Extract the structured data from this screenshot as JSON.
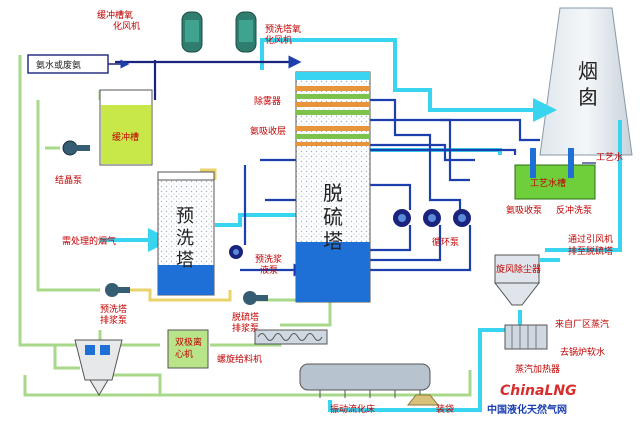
{
  "labels": {
    "buffer_fan": "缓冲槽氧\n化风机",
    "prewash_fan": "预洗塔氧\n化风机",
    "ammonia_waste": "氨水或废氨",
    "buffer_tank": "缓冲槽",
    "crystal_pump": "结晶泵",
    "demister": "除雾器",
    "ammonia_absorb": "氨吸收层",
    "desulf_tower": "脱\n硫\n塔",
    "prewash_tower": "预\n洗\n塔",
    "flue_gas_in": "需处理的烟气",
    "prewash_pump": "预洗浆\n液泵",
    "prewash_discharge": "预洗塔\n排浆泵",
    "desulf_discharge": "脱硫塔\n排浆泵",
    "circ_pump": "循环泵",
    "chimney": "烟\n囱",
    "process_water": "工艺水",
    "process_tank": "工艺水槽",
    "ammonia_pump": "氨吸收泵",
    "backwash_pump": "反冲洗泵",
    "cyclone": "旋风除尘器",
    "induced_fan": "通过引风机\n排至脱硫塔",
    "steam_in": "来自厂区蒸汽",
    "boiler_water": "去锅炉软水",
    "steam_heater": "蒸汽加热器",
    "centrifuge": "双极离\n心机",
    "screw_feeder": "螺旋给料机",
    "vib_bed": "振动流化床",
    "packaging": "装袋"
  },
  "watermark": {
    "brand": "ChinaLNG",
    "subtitle": "中国液化天然气网"
  },
  "colors": {
    "cyan_pipe": "#39d5f0",
    "blue_pipe": "#1c3fae",
    "tank_green": "#c8e84a",
    "red_text": "#c00000"
  }
}
